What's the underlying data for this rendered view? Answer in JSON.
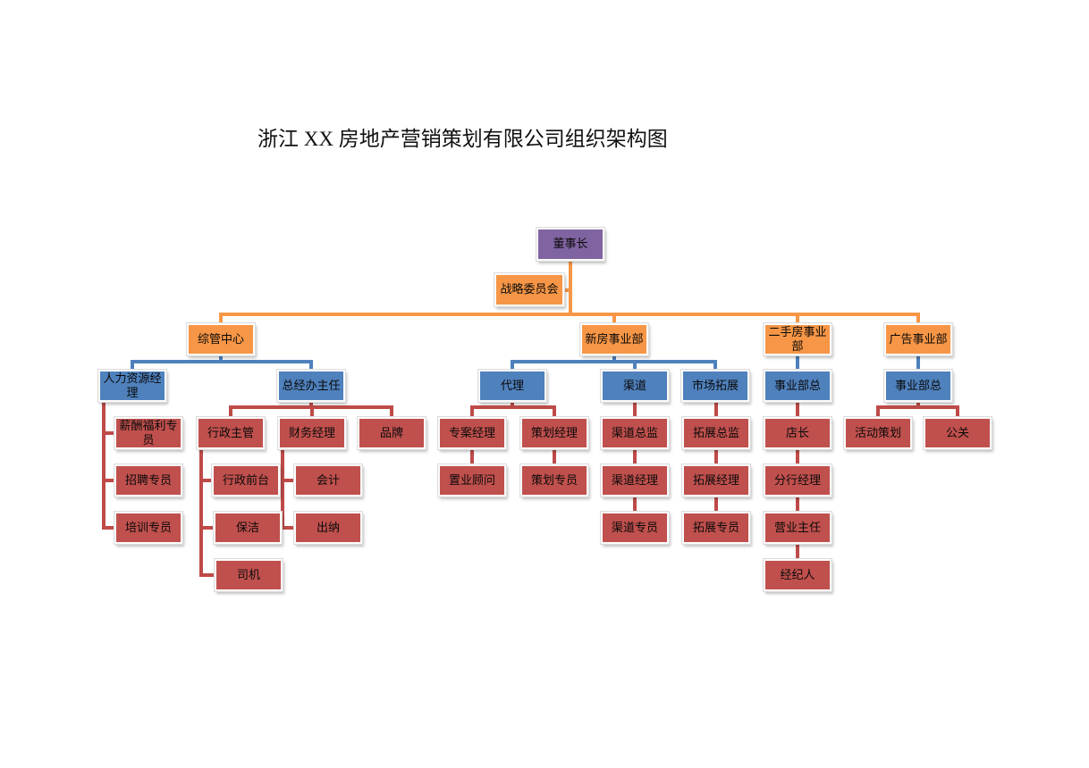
{
  "page": {
    "title": "浙江 XX 房地产营销策划有限公司组织架构图"
  },
  "colors": {
    "purple": "#8064A2",
    "orange": "#F79646",
    "blue": "#4F81BD",
    "red": "#C0504D",
    "line_orange": "#F79646",
    "line_blue": "#4F81BD",
    "line_red": "#BE4B48"
  },
  "nodes": {
    "dongshizhang": {
      "label": "董事长",
      "color": "purple"
    },
    "zhanlue": {
      "label": "战略委员会",
      "color": "orange"
    },
    "zongguan": {
      "label": "综管中心",
      "color": "orange"
    },
    "xinfang": {
      "label": "新房事业部",
      "color": "orange"
    },
    "ershoufang": {
      "label": "二手房事业部",
      "color": "orange"
    },
    "guanggao": {
      "label": "广告事业部",
      "color": "orange"
    },
    "renli": {
      "label": "人力资源经理",
      "color": "blue"
    },
    "zongjingban": {
      "label": "总经办主任",
      "color": "blue"
    },
    "daili": {
      "label": "代理",
      "color": "blue"
    },
    "qudao": {
      "label": "渠道",
      "color": "blue"
    },
    "shichangtuozhan": {
      "label": "市场拓展",
      "color": "blue"
    },
    "shiyebuzong1": {
      "label": "事业部总",
      "color": "blue"
    },
    "shiyebuzong2": {
      "label": "事业部总",
      "color": "blue"
    },
    "xinchou": {
      "label": "薪酬福利专员",
      "color": "red"
    },
    "zhaopin": {
      "label": "招聘专员",
      "color": "red"
    },
    "peixun": {
      "label": "培训专员",
      "color": "red"
    },
    "xingzhengzhuguan": {
      "label": "行政主管",
      "color": "red"
    },
    "xingzhengqiantai": {
      "label": "行政前台",
      "color": "red"
    },
    "baojie": {
      "label": "保洁",
      "color": "red"
    },
    "siji": {
      "label": "司机",
      "color": "red"
    },
    "caiwujingli": {
      "label": "财务经理",
      "color": "red"
    },
    "kuaiji": {
      "label": "会计",
      "color": "red"
    },
    "chuna": {
      "label": "出纳",
      "color": "red"
    },
    "pinpai": {
      "label": "品牌",
      "color": "red"
    },
    "zhuananjingli": {
      "label": "专案经理",
      "color": "red"
    },
    "zhiyeguwen": {
      "label": "置业顾问",
      "color": "red"
    },
    "cehuajingli": {
      "label": "策划经理",
      "color": "red"
    },
    "cehuazhuanyuan": {
      "label": "策划专员",
      "color": "red"
    },
    "qudaozongjian": {
      "label": "渠道总监",
      "color": "red"
    },
    "qudaojingli": {
      "label": "渠道经理",
      "color": "red"
    },
    "qudaozhuanyuan": {
      "label": "渠道专员",
      "color": "red"
    },
    "tuozhanzongjian": {
      "label": "拓展总监",
      "color": "red"
    },
    "tuozhanjingli": {
      "label": "拓展经理",
      "color": "red"
    },
    "tuozhanzhuanyuan": {
      "label": "拓展专员",
      "color": "red"
    },
    "dianzhang": {
      "label": "店长",
      "color": "red"
    },
    "fenhangjingli": {
      "label": "分行经理",
      "color": "red"
    },
    "yingyezhuren": {
      "label": "营业主任",
      "color": "red"
    },
    "jingjiren": {
      "label": "经纪人",
      "color": "red"
    },
    "huodongcehua": {
      "label": "活动策划",
      "color": "red"
    },
    "gongguan": {
      "label": "公关",
      "color": "red"
    }
  },
  "hierarchy": {
    "label": "董事长",
    "attached_assistant": "战略委员会",
    "children": [
      {
        "label": "综管中心",
        "children": [
          {
            "label": "人力资源经理",
            "children": [
              "薪酬福利专员",
              "招聘专员",
              "培训专员"
            ]
          },
          {
            "label": "总经办主任",
            "children": [
              {
                "label": "行政主管",
                "children": [
                  "行政前台",
                  "保洁",
                  "司机"
                ]
              },
              {
                "label": "财务经理",
                "children": [
                  "会计",
                  "出纳"
                ]
              },
              {
                "label": "品牌",
                "children": []
              }
            ]
          }
        ]
      },
      {
        "label": "新房事业部",
        "children": [
          {
            "label": "代理",
            "children": [
              {
                "label": "专案经理",
                "children": [
                  "置业顾问"
                ]
              },
              {
                "label": "策划经理",
                "children": [
                  "策划专员"
                ]
              }
            ]
          },
          {
            "label": "渠道",
            "children": [
              {
                "label": "渠道总监",
                "children": [
                  {
                    "label": "渠道经理",
                    "children": [
                      "渠道专员"
                    ]
                  }
                ]
              }
            ]
          },
          {
            "label": "市场拓展",
            "children": [
              {
                "label": "拓展总监",
                "children": [
                  {
                    "label": "拓展经理",
                    "children": [
                      "拓展专员"
                    ]
                  }
                ]
              }
            ]
          }
        ]
      },
      {
        "label": "二手房事业部",
        "children": [
          {
            "label": "事业部总",
            "children": [
              {
                "label": "店长",
                "children": [
                  {
                    "label": "分行经理",
                    "children": [
                      {
                        "label": "营业主任",
                        "children": [
                          "经纪人"
                        ]
                      }
                    ]
                  }
                ]
              }
            ]
          }
        ]
      },
      {
        "label": "广告事业部",
        "children": [
          {
            "label": "事业部总",
            "children": [
              "活动策划",
              "公关"
            ]
          }
        ]
      }
    ]
  }
}
